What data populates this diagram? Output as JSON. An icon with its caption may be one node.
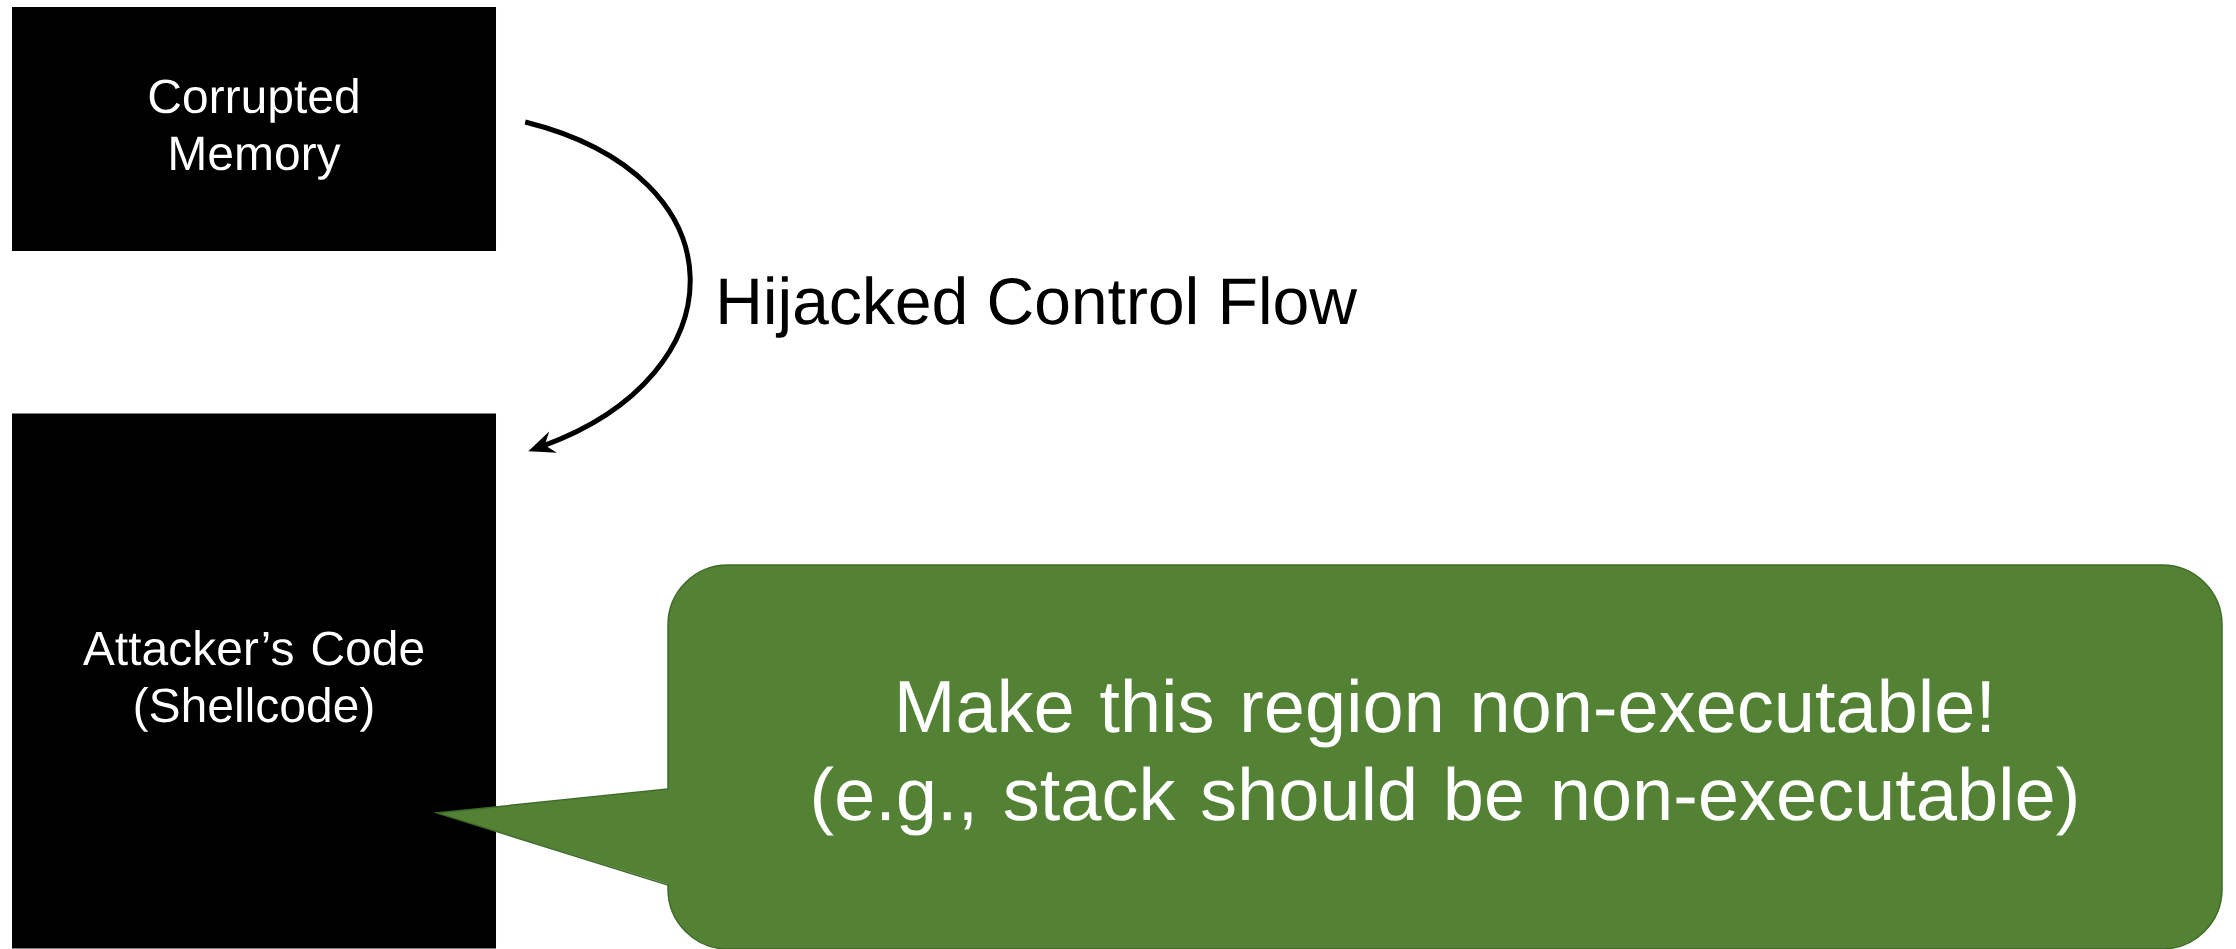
{
  "diagram": {
    "nodes": [
      {
        "text": [
          "Corrupted Memory"
        ]
      },
      {
        "text": [
          "Attacker’s Code (Shellcode)"
        ]
      },
      {
        "text": [
          "Make this region non-executable!",
          "(e.g., stack should be non-executable)"
        ]
      }
    ],
    "edges": [
      {
        "from": 0,
        "to": 1,
        "arrow": "to",
        "label": "Hijacked Control Flow"
      }
    ]
  }
}
